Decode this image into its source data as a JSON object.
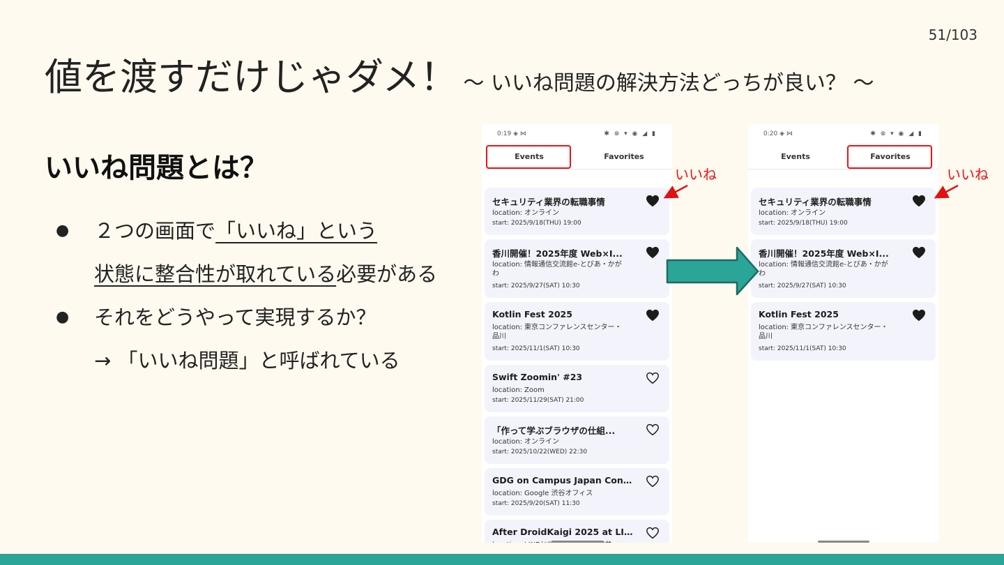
{
  "slide": {
    "page_number": "51/103",
    "title_main": "値を渡すだけじゃダメ！",
    "title_sub": "～ いいね問題の解決方法どっちが良い？ ～",
    "section_heading": "いいね問題とは？",
    "bullets": {
      "b1_pre": "２つの画面で",
      "b1_u": "「いいね」という",
      "b1_cont_u": "状態に整合性が取れている",
      "b1_cont_rest": "必要がある",
      "b2": "それをどうやって実現するか？",
      "b3": "→ 「いいね問題」と呼ばれている"
    },
    "bullet_marker": "●",
    "annotation": "いいね",
    "colors": {
      "background": "#fffaef",
      "accent": "#2ba598",
      "highlight": "#e11111"
    }
  },
  "phone_left": {
    "time": "0:19",
    "status_left_icons": "◈ ⋈",
    "status_right_icons": "✱ ⊗ ▾ ◉ ◢ ▮",
    "tabs": [
      "Events",
      "Favorites"
    ],
    "selected_tab": "Events",
    "events": [
      {
        "title": "セキュリティ業界の転職事情",
        "location_key": "location:",
        "location": "オンライン",
        "start": "start: 2025/9/18(THU) 19:00",
        "favorite": true
      },
      {
        "title": "香川開催！2025年度 Web×I...",
        "location_key": "location:",
        "location": "情報通信交流館e-とぴあ・かがわ",
        "start": "start: 2025/9/27(SAT) 10:30",
        "favorite": true
      },
      {
        "title": "Kotlin Fest 2025",
        "location_key": "location:",
        "location": "東京コンファレンスセンター・品川",
        "start": "start: 2025/11/1(SAT) 10:30",
        "favorite": true
      },
      {
        "title": "Swift Zoomin' #23",
        "location_key": "location:",
        "location": "Zoom",
        "start": "start: 2025/11/29(SAT) 21:00",
        "favorite": false
      },
      {
        "title": "「作って学ぶブラウザの仕組...",
        "location_key": "location:",
        "location": "オンライン",
        "start": "start: 2025/10/22(WED) 22:30",
        "favorite": false
      },
      {
        "title": "GDG on Campus Japan Conv...",
        "location_key": "location:",
        "location": "Google 渋谷オフィス",
        "start": "start: 2025/9/20(SAT) 11:30",
        "favorite": false
      },
      {
        "title": "After DroidKaigi 2025 at LIN...",
        "location_key": "location:",
        "location": "LINEヤフー株式会社 紀尾井",
        "start": "",
        "favorite": false
      }
    ]
  },
  "phone_right": {
    "time": "0:20",
    "status_left_icons": "◈ ⋈",
    "status_right_icons": "✱ ⊗ ▾ ◉ ◢ ▮",
    "tabs": [
      "Events",
      "Favorites"
    ],
    "selected_tab": "Favorites",
    "events": [
      {
        "title": "セキュリティ業界の転職事情",
        "location_key": "location:",
        "location": "オンライン",
        "start": "start: 2025/9/18(THU) 19:00",
        "favorite": true
      },
      {
        "title": "香川開催！2025年度 Web×I...",
        "location_key": "location:",
        "location": "情報通信交流館e-とぴあ・かがわ",
        "start": "start: 2025/9/27(SAT) 10:30",
        "favorite": true
      },
      {
        "title": "Kotlin Fest 2025",
        "location_key": "location:",
        "location": "東京コンファレンスセンター・品川",
        "start": "start: 2025/11/1(SAT) 10:30",
        "favorite": true
      }
    ]
  }
}
